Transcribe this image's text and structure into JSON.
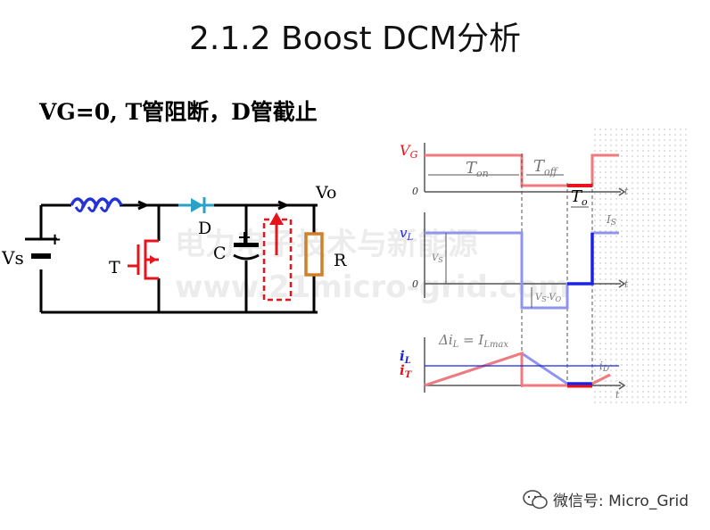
{
  "slide": {
    "title": "2.1.2   Boost DCM分析",
    "subtitle": "VG=0, T管阻断，D管截止"
  },
  "circuit": {
    "source_label": "Vs",
    "switch_label": "T",
    "diode_label": "D",
    "capacitor_label": "C",
    "load_label": "R",
    "output_label": "Vo",
    "plus_sign": "+"
  },
  "watermark": {
    "line1": "电力电子技术与新能源",
    "line2": "www.21micro-grid.com"
  },
  "waveforms": {
    "vg": {
      "label": "V",
      "sub": "G",
      "zero": "0",
      "ton": "T",
      "ton_sub": "on",
      "toff": "T",
      "toff_sub": "off",
      "axis_t": "t"
    },
    "to": {
      "label": "T",
      "sub": "o"
    },
    "vl": {
      "label": "v",
      "sub": "L",
      "zero": "0",
      "vs": "V",
      "vs_sub": "S",
      "vsvo": "V",
      "vsvo_sub": "S",
      "vsvo_mid": "-V",
      "vsvo_sub2": "O",
      "axis_t": "t",
      "top_right": "I",
      "top_right_sub": "S"
    },
    "il": {
      "label_il": "i",
      "label_il_sub": "L",
      "label_it": "i",
      "label_it_sub": "T",
      "delta": "Δi",
      "delta_sub": "L",
      "eq": " = I",
      "eq_sub": "Lmax",
      "axis_t": "t",
      "id_label": "i",
      "id_sub": "D"
    }
  },
  "colors": {
    "red": "#e8141b",
    "blue": "#1a24e0",
    "teal": "#2aa2c8",
    "brown": "#d0802a",
    "pink": "#f07a7e",
    "lightblue": "#8f95ee"
  },
  "footer": {
    "text": "微信号: Micro_Grid"
  }
}
